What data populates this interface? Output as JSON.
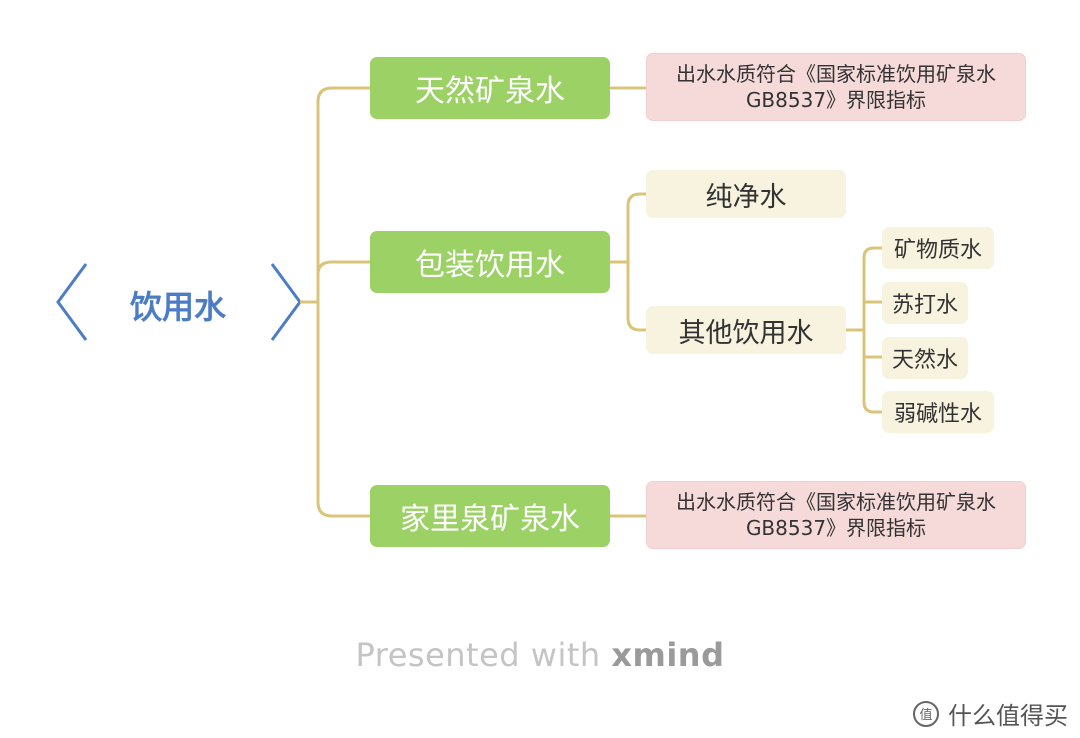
{
  "root": {
    "label": "饮用水"
  },
  "branches": [
    {
      "label": "天然矿泉水",
      "note": [
        "出水水质符合《国家标准饮用矿泉水",
        "GB8537》界限指标"
      ]
    },
    {
      "label": "包装饮用水",
      "children": [
        {
          "label": "纯净水"
        },
        {
          "label": "其他饮用水",
          "children": [
            {
              "label": "矿物质水"
            },
            {
              "label": "苏打水"
            },
            {
              "label": "天然水"
            },
            {
              "label": "弱碱性水"
            }
          ]
        }
      ]
    },
    {
      "label": "家里泉矿泉水",
      "note": [
        "出水水质符合《国家标准饮用矿泉水",
        "GB8537》界限指标"
      ]
    }
  ],
  "footer": {
    "prefix": "Presented with ",
    "brand": "xmind"
  },
  "watermark": {
    "text": "什么值得买"
  },
  "colors": {
    "line": "#d9c47a",
    "root": "#4d7cc7",
    "green": "#9cd166",
    "pink": "#f6dada",
    "cream": "#f7f3df"
  }
}
